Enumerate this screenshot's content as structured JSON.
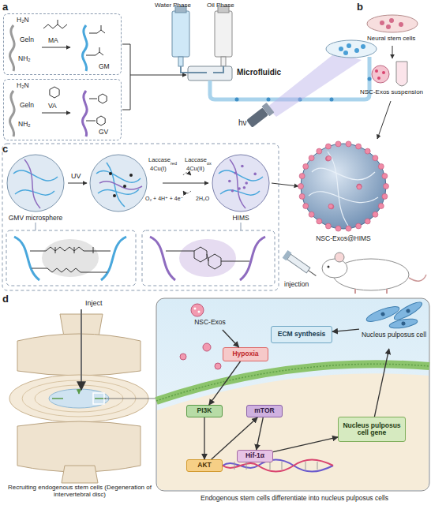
{
  "diagram": {
    "nodes": [
      {
        "text": [
          "H₂N",
          "Geln",
          "NH₂",
          "MA",
          "GM"
        ]
      },
      {
        "text": [
          "H₂N",
          "Geln",
          "NH₂",
          "VA",
          "GV"
        ]
      },
      {
        "text": [
          "GMV microsphere"
        ]
      },
      {
        "text": [
          "HIMS"
        ]
      },
      {
        "text": [
          "NSC-Exos@HIMS"
        ]
      },
      {
        "text": [
          "NSC-Exos"
        ]
      },
      {
        "text": [
          "Hypoxia"
        ]
      },
      {
        "text": [
          "PI3K"
        ]
      },
      {
        "text": [
          "AKT"
        ]
      },
      {
        "text": [
          "mTOR"
        ]
      },
      {
        "text": [
          "Hif-1α"
        ]
      },
      {
        "text": [
          "Nucleus pulposus cell gene"
        ]
      },
      {
        "text": [
          "ECM synthesis"
        ]
      },
      {
        "text": [
          "Nucleus pulposus cell"
        ]
      }
    ],
    "edges": [
      {
        "from": 5,
        "to": 6,
        "arrow": "to"
      },
      {
        "from": 6,
        "to": 7,
        "arrow": "to"
      },
      {
        "from": 7,
        "to": 8,
        "arrow": "to"
      },
      {
        "from": 8,
        "to": 9,
        "arrow": "to"
      },
      {
        "from": 9,
        "to": 10,
        "arrow": "to"
      },
      {
        "from": 10,
        "to": 11,
        "arrow": "to"
      },
      {
        "from": 11,
        "to": 13,
        "arrow": "to"
      },
      {
        "from": 13,
        "to": 12,
        "arrow": "to"
      }
    ],
    "labels": [
      "a",
      "Water Phase",
      "Oil Phase",
      "Microfluidic",
      "hν",
      "b",
      "Neural stem cells",
      "NSC-Exos suspension",
      "c",
      "UV",
      "Laccase",
      "red",
      "4Cu(I)",
      "Laccase",
      "ox",
      "4Cu(II)",
      "O₂ + 4H⁺ + 4e⁻",
      "2H₂O",
      "injection",
      "d",
      "Inject",
      "Recruiting endogenous stem cells (Degeneration of intervertebral disc)",
      "Endogenous stem cells differentiate into nucleus pulposus cells"
    ]
  }
}
